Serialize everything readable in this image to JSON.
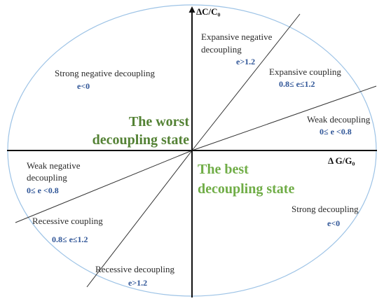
{
  "axes": {
    "y_label": "ΔC/C₀",
    "x_label": "Δ G/G₀"
  },
  "states": {
    "worst_line1": "The worst",
    "worst_line2": "decoupling state",
    "best_line1": "The best",
    "best_line2": "decoupling state"
  },
  "regions": {
    "expansive_negative": {
      "line1": "Expansive negative",
      "line2": "decoupling",
      "value": "e>1.2"
    },
    "expansive_coupling": {
      "line1": "Expansive coupling",
      "value": "0.8≤ e≤1.2"
    },
    "weak_decoupling": {
      "line1": "Weak decoupling",
      "value": "0≤ e <0.8"
    },
    "strong_negative": {
      "line1": "Strong negative decoupling",
      "value": "e<0"
    },
    "weak_negative": {
      "line1": "Weak negative",
      "line2": "decoupling",
      "value": "0≤ e <0.8"
    },
    "recessive_coupling": {
      "line1": "Recessive coupling",
      "value": "0.8≤ e≤1.2"
    },
    "recessive_decoupling": {
      "line1": "Recessive decoupling",
      "value": "e>1.2"
    },
    "strong_decoupling": {
      "line1": "Strong decoupling",
      "value": "e<0"
    }
  },
  "colors": {
    "ellipse": "#9dc3e6",
    "worst_state": "#548235",
    "best_state": "#70ad47",
    "value_text": "#2f5597"
  }
}
